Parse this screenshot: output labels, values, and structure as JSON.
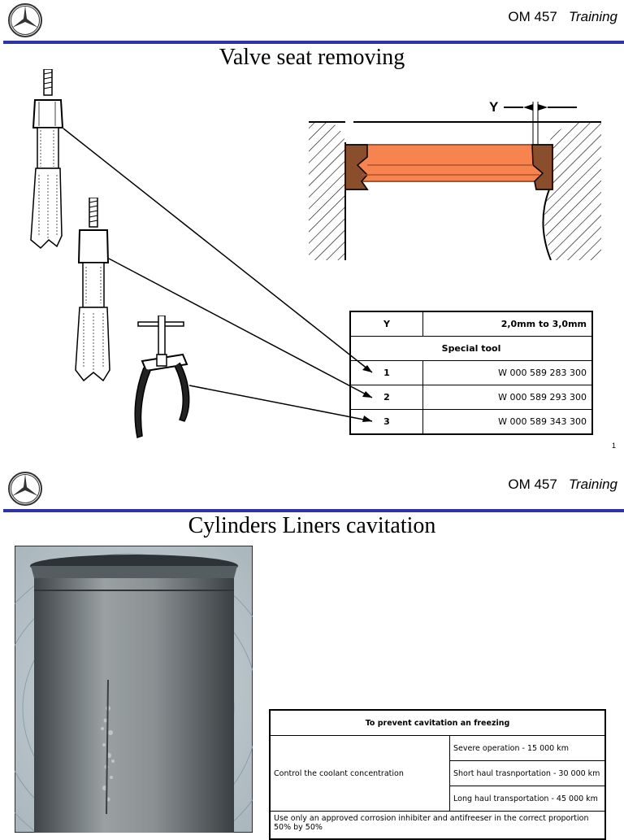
{
  "slide1": {
    "brand_model": "OM 457",
    "brand_label": "Training",
    "title": "Valve seat removing",
    "dimension_label": "Y",
    "table": {
      "y_label": "Y",
      "y_value": "2,0mm to 3,0mm",
      "section_header": "Special tool",
      "tools": [
        {
          "num": "1",
          "part": "W 000 589 283 300"
        },
        {
          "num": "2",
          "part": "W 000 589 293 300"
        },
        {
          "num": "3",
          "part": "W 000 589 343 300"
        }
      ]
    },
    "page_number": "1"
  },
  "slide2": {
    "brand_model": "OM 457",
    "brand_label": "Training",
    "title": "Cylinders Liners cavitation",
    "table": {
      "header": "To prevent cavitation an freezing",
      "row_label": "Control the coolant concentration",
      "intervals": [
        "Severe operation - 15 000 km",
        "Short haul trasnportation - 30 000 km",
        "Long haul transportation - 45 000 km"
      ],
      "note": "Use only an approved corrosion inhibiter and antifreeser in the correct proportion 50% by 50%"
    }
  },
  "colors": {
    "rule": "#2e35a3",
    "valve_seat": "#f7834f",
    "seat_outline": "#b0532a"
  }
}
